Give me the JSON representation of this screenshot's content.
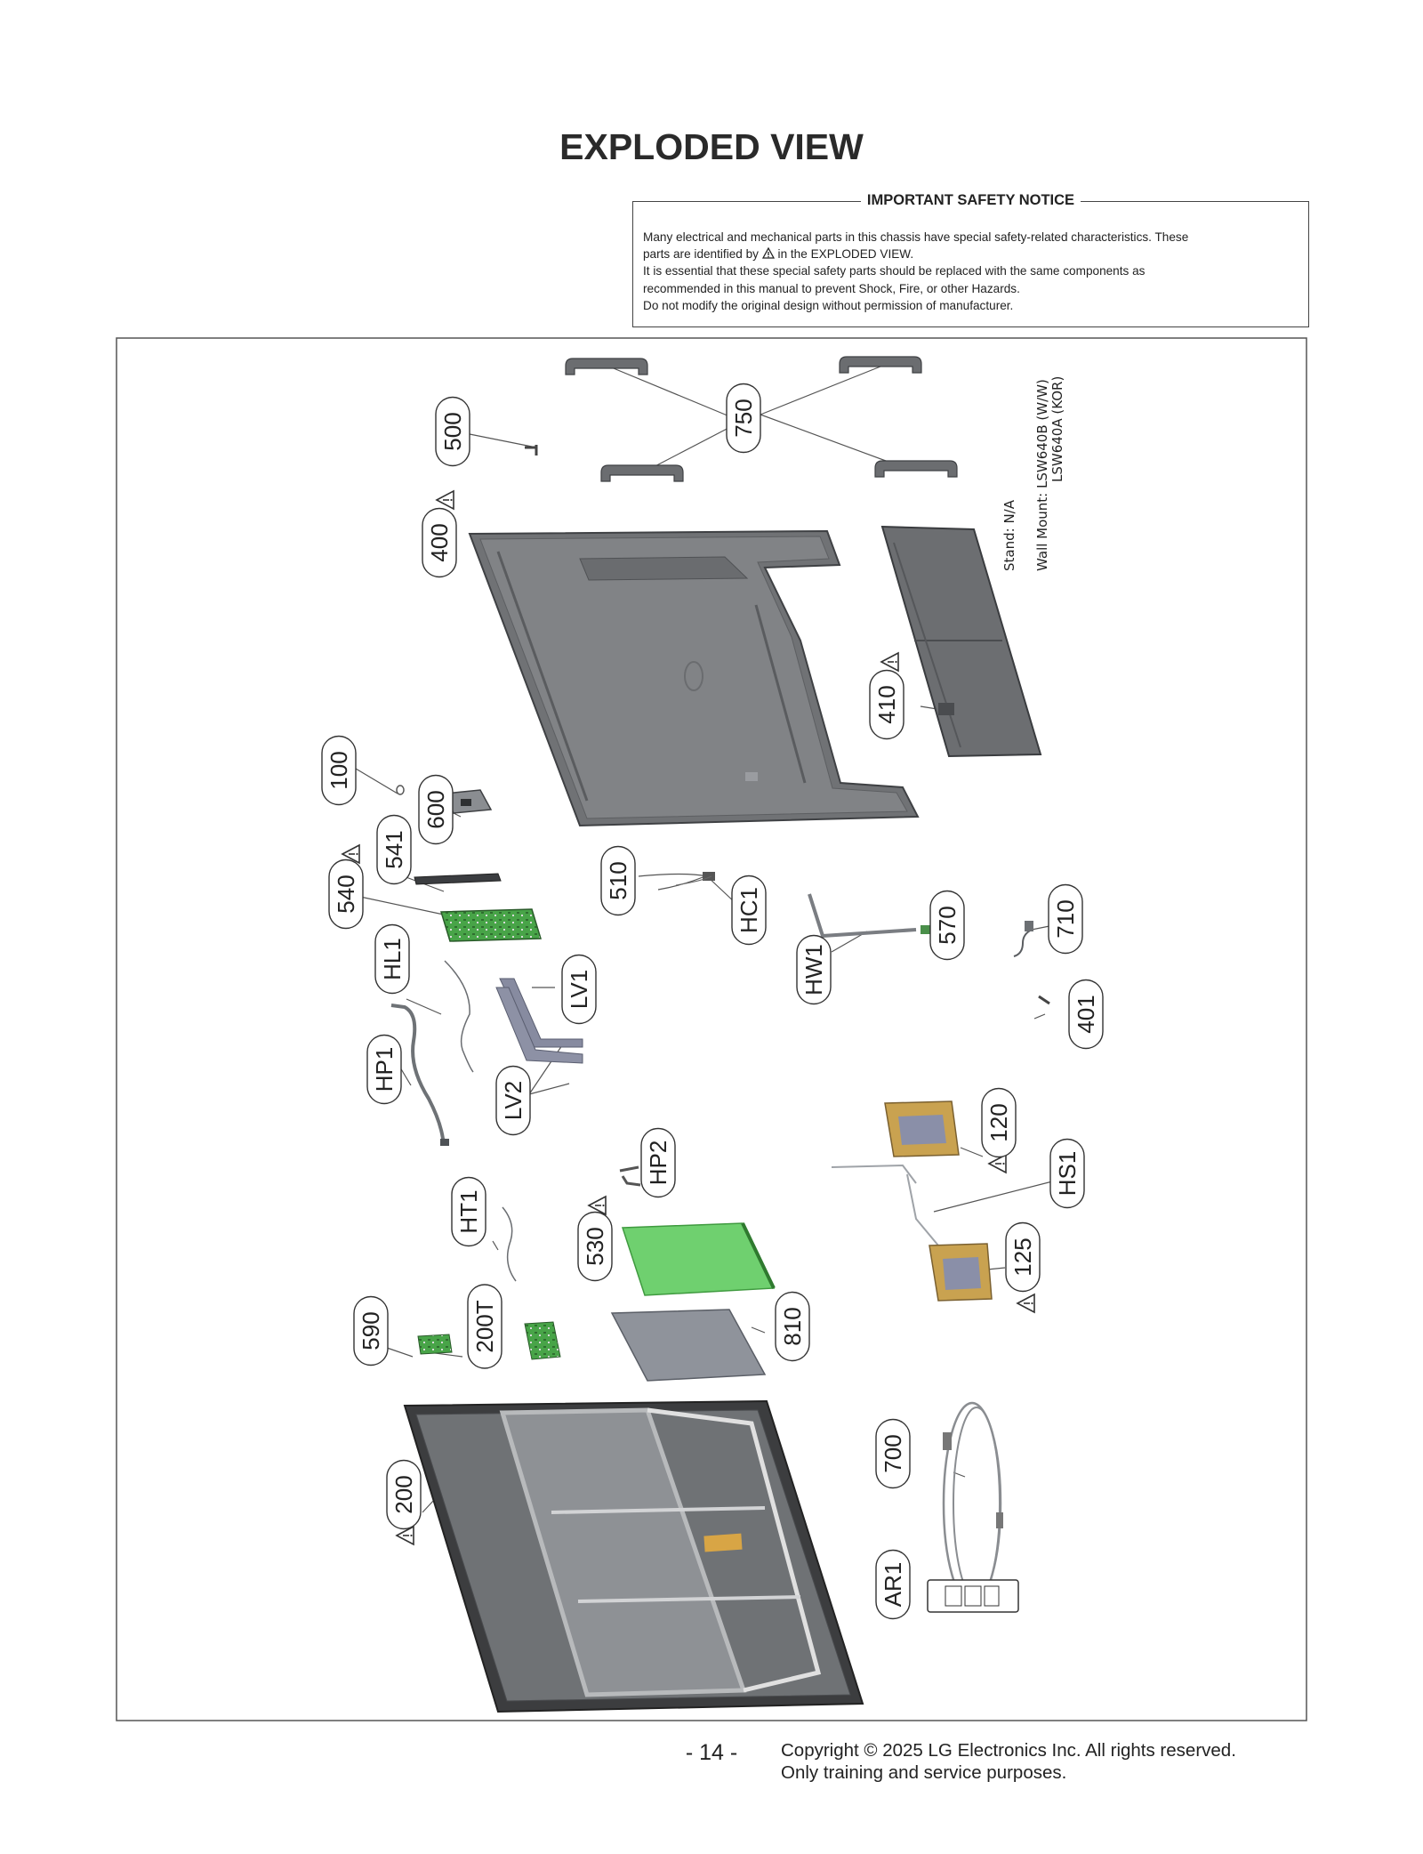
{
  "header": {
    "title": "EXPLODED VIEW"
  },
  "notice": {
    "title": "IMPORTANT SAFETY NOTICE",
    "line1": "Many electrical and mechanical parts in this chassis have special safety-related characteristics. These",
    "line2_before": "parts are identified by",
    "line2_after": "in the EXPLODED VIEW.",
    "line3": "It is essential that these special safety parts should be replaced with the same components as",
    "line4": "recommended in this manual to prevent Shock, Fire, or other Hazards.",
    "line5": "Do not modify the original design without permission of manufacturer."
  },
  "side_notes": {
    "stand": "Stand: N/A",
    "wall_mount_1": "Wall Mount: LSW640B (W/W)",
    "wall_mount_2": "LSW640A (KOR)"
  },
  "labels": {
    "p500": "500",
    "p750": "750",
    "p400": "400",
    "p410": "410",
    "p100": "100",
    "p600": "600",
    "p541": "541",
    "p540": "540",
    "p510": "510",
    "hc1": "HC1",
    "hw1": "HW1",
    "p570": "570",
    "p710": "710",
    "hl1": "HL1",
    "lv1": "LV1",
    "p401": "401",
    "hp1": "HP1",
    "lv2": "LV2",
    "p120": "120",
    "hp2": "HP2",
    "hs1": "HS1",
    "ht1": "HT1",
    "p530": "530",
    "p125": "125",
    "p590": "590",
    "p200t": "200T",
    "p810": "810",
    "p700": "700",
    "p200": "200",
    "ar1": "AR1"
  },
  "colors": {
    "chassis": "#6e7073",
    "board_green": "#4caa4c",
    "psu_green": "#6fd06f",
    "shield": "#8f939b",
    "speaker_gold": "#c9a250",
    "panel_dark": "#3c3d3f"
  },
  "footer": {
    "page_number": "- 14 -",
    "copyright": "Copyright © 2025 LG Electronics Inc. All rights reserved.",
    "purpose": "Only training and service purposes."
  }
}
